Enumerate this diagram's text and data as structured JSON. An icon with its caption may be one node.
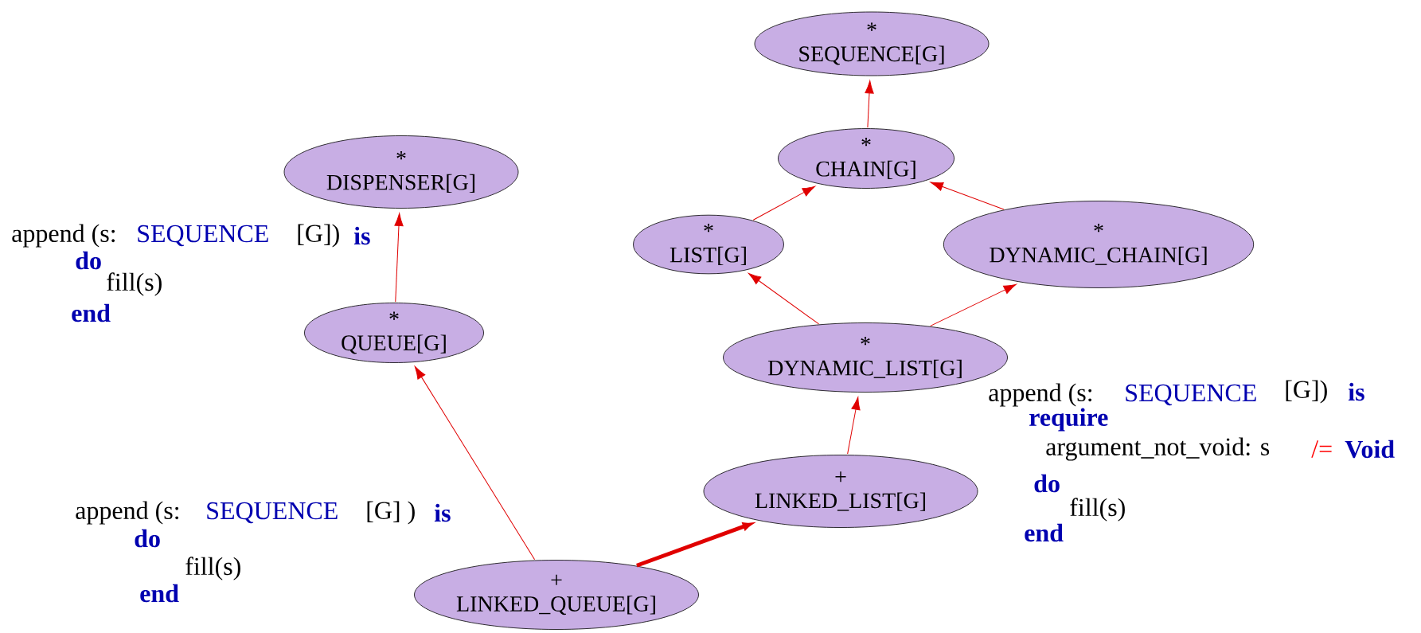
{
  "diagram": {
    "nodes": [
      {
        "text": [
          "*",
          "SEQUENCE[G]"
        ]
      },
      {
        "text": [
          "*",
          "DISPENSER[G]"
        ]
      },
      {
        "text": [
          "*",
          "CHAIN[G]"
        ]
      },
      {
        "text": [
          "*",
          "LIST[G]"
        ]
      },
      {
        "text": [
          "*",
          "DYNAMIC_CHAIN[G]"
        ]
      },
      {
        "text": [
          "*",
          "QUEUE[G]"
        ]
      },
      {
        "text": [
          "*",
          "DYNAMIC_LIST[G]"
        ]
      },
      {
        "text": [
          "+",
          "LINKED_LIST[G]"
        ]
      },
      {
        "text": [
          "+",
          "LINKED_QUEUE[G]"
        ]
      }
    ],
    "edges": [
      {
        "from": 2,
        "to": 0,
        "arrow": "to"
      },
      {
        "from": 3,
        "to": 2,
        "arrow": "to"
      },
      {
        "from": 4,
        "to": 2,
        "arrow": "to"
      },
      {
        "from": 5,
        "to": 1,
        "arrow": "to"
      },
      {
        "from": 6,
        "to": 3,
        "arrow": "to"
      },
      {
        "from": 6,
        "to": 4,
        "arrow": "to"
      },
      {
        "from": 7,
        "to": 6,
        "arrow": "to"
      },
      {
        "from": 8,
        "to": 7,
        "arrow": "to",
        "style": "thick"
      },
      {
        "from": 8,
        "to": 5,
        "arrow": "to"
      }
    ],
    "labels": [
      "append (s:",
      "SEQUENCE",
      "[G])",
      "is",
      "do",
      "fill(s)",
      "end",
      "append (s:",
      "SEQUENCE",
      "[G])",
      "is",
      "require",
      "argument_not_void: s",
      "/=",
      "Void",
      "do",
      "fill(s)",
      "end",
      "append (s:",
      "SEQUENCE",
      "[G] )",
      "is",
      "do",
      "fill(s)",
      "end"
    ]
  }
}
